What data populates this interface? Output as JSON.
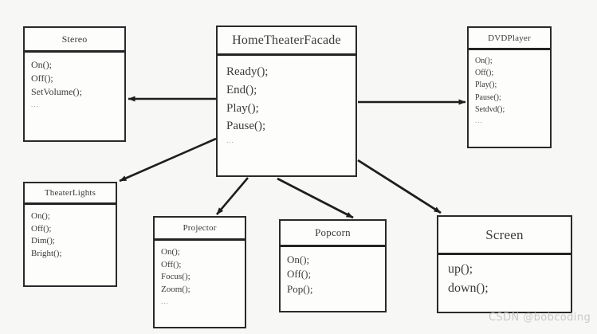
{
  "diagram": {
    "title": "HomeTheaterFacade class diagram",
    "background_color": "#f7f7f6",
    "line_color": "#242424",
    "classes": [
      {
        "id": "stereo",
        "name": "Stereo",
        "operations": [
          "On();",
          "Off();",
          "SetVolume();",
          "..."
        ]
      },
      {
        "id": "facade",
        "name": "HomeTheaterFacade",
        "operations": [
          "Ready();",
          "End();",
          "Play();",
          "Pause();",
          "..."
        ]
      },
      {
        "id": "dvdplayer",
        "name": "DVDPlayer",
        "operations": [
          "On();",
          "Off();",
          "Play();",
          "Pause();",
          "Setdvd();",
          "..."
        ]
      },
      {
        "id": "theaterlights",
        "name": "TheaterLights",
        "operations": [
          "On();",
          "Off();",
          "Dim();",
          "Bright();"
        ]
      },
      {
        "id": "projector",
        "name": "Projector",
        "operations": [
          "On();",
          "Off();",
          "Focus();",
          "Zoom();",
          "..."
        ]
      },
      {
        "id": "popcorn",
        "name": "Popcorn",
        "operations": [
          "On();",
          "Off();",
          "Pop();"
        ]
      },
      {
        "id": "screen",
        "name": "Screen",
        "operations": [
          "up();",
          "down();"
        ]
      }
    ],
    "associations": [
      {
        "from": "facade",
        "to": "stereo",
        "style": "arrow"
      },
      {
        "from": "facade",
        "to": "dvdplayer",
        "style": "arrow"
      },
      {
        "from": "facade",
        "to": "theaterlights",
        "style": "arrow"
      },
      {
        "from": "facade",
        "to": "projector",
        "style": "arrow"
      },
      {
        "from": "facade",
        "to": "popcorn",
        "style": "arrow"
      },
      {
        "from": "facade",
        "to": "screen",
        "style": "arrow"
      }
    ]
  },
  "watermark": {
    "text": "CSDN @bobcoding"
  }
}
